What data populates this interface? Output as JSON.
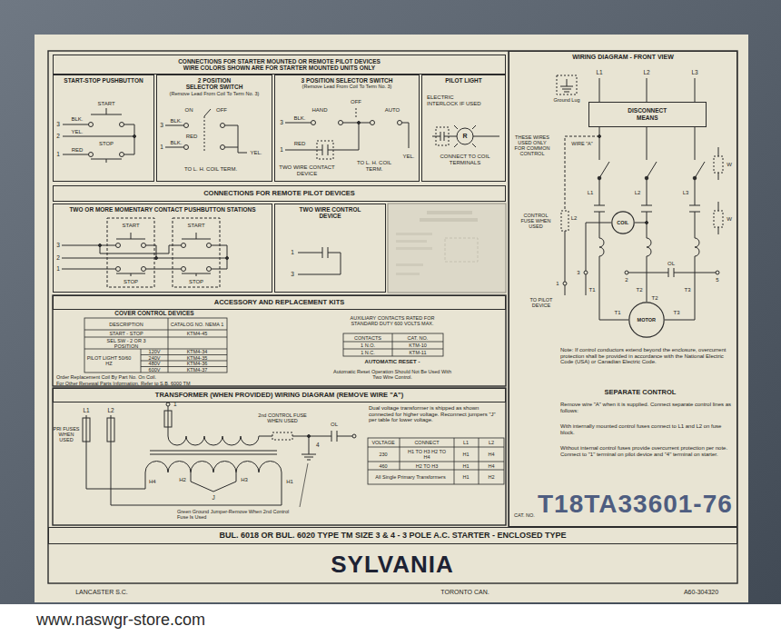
{
  "diagram": {
    "nodes": [
      {
        "text": [
          "CONNECTIONS FOR STARTER MOUNTED OR REMOTE PILOT DEVICES",
          "WIRE COLORS SHOWN ARE FOR STARTER MOUNTED UNITS ONLY"
        ]
      },
      {
        "text": [
          "START-STOP PUSHBUTTON"
        ]
      },
      {
        "text": [
          "2 POSITION SELECTOR SWITCH",
          "(Remove Lead From Coil To Term No. 3)"
        ]
      },
      {
        "text": [
          "3 POSITION SELECTOR SWITCH",
          "(Remove Lead From Coil To Term No. 3)"
        ]
      },
      {
        "text": [
          "PILOT LIGHT"
        ]
      },
      {
        "text": [
          "CONNECTIONS FOR REMOTE PILOT DEVICES"
        ]
      },
      {
        "text": [
          "TWO OR MORE MOMENTARY CONTACT PUSHBUTTON STATIONS"
        ]
      },
      {
        "text": [
          "TWO WIRE CONTROL DEVICE"
        ]
      },
      {
        "text": [
          "ACCESSORY AND REPLACEMENT KITS"
        ]
      },
      {
        "text": [
          "TRANSFORMER (WHEN PROVIDED) WIRING DIAGRAM (REMOVE WIRE \"A\")"
        ]
      },
      {
        "text": [
          "BUL. 6018 OR BUL. 6020 TYPE TM SIZE 3 & 4 - 3 POLE A.C. STARTER - ENCLOSED TYPE"
        ]
      },
      {
        "text": [
          "WIRING DIAGRAM - FRONT VIEW"
        ]
      },
      {
        "text": [
          "DISCONNECT MEANS"
        ],
        "in": 11
      },
      {
        "text": [
          "COIL"
        ],
        "in": 11
      },
      {
        "text": [
          "MOTOR"
        ],
        "in": 11
      }
    ],
    "labels": [
      "START",
      "3",
      "BLK.",
      "2",
      "YEL.",
      "RED",
      "STOP",
      "1",
      "ON",
      "OFF",
      "3",
      "BLK.",
      "RED",
      "1",
      "BLK.",
      "TO L. H. COIL TERM.",
      "YEL.",
      "HAND",
      "OFF",
      "AUTO",
      "3",
      "BLK.",
      "RED",
      "1",
      "TWO WIRE CONTACT DEVICE",
      "TO L. H. COIL TERM.",
      "YEL.",
      "ELECTRIC INTERLOCK IF USED",
      "R",
      "CONNECT TO COIL TERMINALS",
      "START",
      "START",
      "3",
      "2",
      "1",
      "STOP",
      "STOP",
      "1",
      "3",
      "COVER CONTROL DEVICES",
      "DESCRIPTION",
      "CATALOG NO. NEMA 1",
      "START - STOP",
      "KTM4-45",
      "SEL SW - 2 OR 3 POSITION",
      "PILOT LIGHT 50/60 HZ",
      "120V",
      "KTM4-34",
      "240V",
      "KTM4-35",
      "480V",
      "KTM4-36",
      "600V",
      "KTM4-37",
      "Order Replacement Coil By Part No. On Coil.",
      "For Other Renewal Parts Information, Refer to S.B. 6000 TM",
      "AUXILIARY CONTACTS RATED FOR STANDARD DUTY 600 VOLTS MAX.",
      "CONTACTS",
      "CAT. NO.",
      "1 N.O.",
      "KTM-10",
      "1 N.C.",
      "KTM-11",
      "AUTOMATIC RESET -",
      "Automatic Reset Operation Should Not Be Used With Two Wire Control.",
      "L1",
      "L2",
      "PRI FUSES WHEN USED",
      "1",
      "2nd CONTROL FUSE WHEN USED",
      "4",
      "OL",
      "H4",
      "H2",
      "H3",
      "H1",
      "J",
      "Green Ground Jumper-Remove When 2nd Control Fuse Is Used",
      "Dual voltage transformer is shipped as shown connected for higher voltage. Reconnect jumpers \"J\" per table for lower voltage.",
      "VOLTAGE",
      "CONNECT",
      "L1",
      "L2",
      "230",
      "H1 TO H3 H2 TO H4",
      "H1",
      "H4",
      "460",
      "H2 TO H3",
      "H1",
      "H4",
      "All Single Primary Transformers",
      "H1",
      "H2",
      "T18TA33601-76",
      "CAT. NO.",
      "SYLVANIA",
      "LANCASTER S.C.",
      "TORONTO CAN.",
      "A60-304320",
      "www.naswgr-store.com",
      "L1",
      "L2",
      "L3",
      "Ground Lug",
      "THESE WIRES USED ONLY FOR COMMON CONTROL",
      "WIRE \"A\"",
      "L1",
      "L2",
      "L3",
      "L2",
      "CONTROL FUSE WHEN USED",
      "OL",
      "3",
      "1",
      "2",
      "5",
      "TO PILOT DEVICE",
      "T1",
      "T2",
      "T3",
      "T1",
      "T2",
      "T3",
      "W",
      "W",
      "Note: If control conductors extend beyond the enclosure, overcurrent protection shall be provided in accordance with the National Electric Code (USA) or Canadian Electric Code.",
      "SEPARATE CONTROL",
      "Remove wire \"A\" when it is supplied. Connect separate control lines as follows:",
      "With internally mounted control fuses connect to L1 and L2 on fuse block.",
      "Without internal control fuses provide overcurrent protection per note. Connect to \"1\" terminal on pilot device and \"4\" terminal on starter."
    ]
  }
}
